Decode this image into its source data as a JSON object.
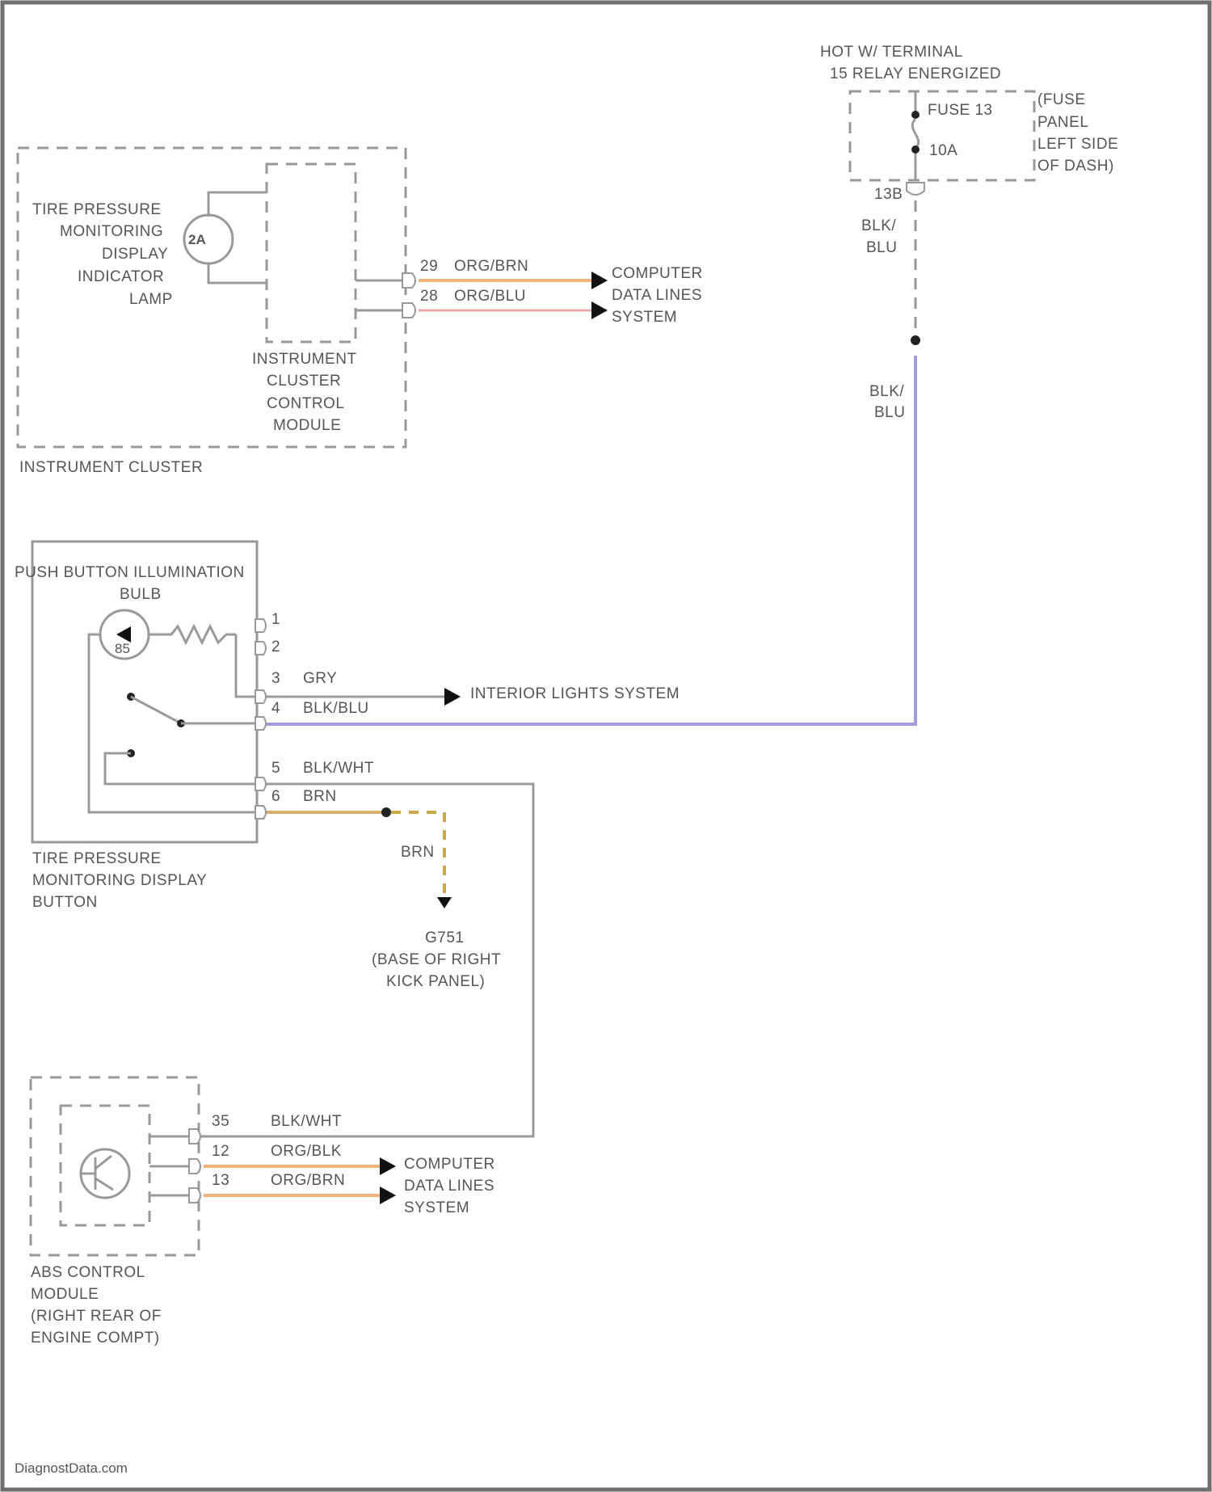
{
  "fuse_block": {
    "hot_line1": "HOT W/ TERMINAL",
    "hot_line2": "15 RELAY ENERGIZED",
    "fuse_name": "FUSE 13",
    "fuse_rating": "10A",
    "location": [
      "(FUSE",
      "PANEL",
      "LEFT SIDE",
      "OF DASH)"
    ],
    "pin": "13B",
    "wire_color_upper": [
      "BLK/",
      "BLU"
    ],
    "wire_color_lower": [
      "BLK/",
      "BLU"
    ]
  },
  "instrument_cluster": {
    "lamp_label": [
      "TIRE PRESSURE",
      "MONITORING",
      "DISPLAY",
      "INDICATOR",
      "LAMP"
    ],
    "lamp_symbol": "2A",
    "module_label": [
      "INSTRUMENT",
      "CLUSTER",
      "CONTROL",
      "MODULE"
    ],
    "cluster_label": "INSTRUMENT CLUSTER",
    "wires": [
      {
        "pin": "29",
        "color": "ORG/BRN"
      },
      {
        "pin": "28",
        "color": "ORG/BLU"
      }
    ],
    "destination": [
      "COMPUTER",
      "DATA LINES",
      "SYSTEM"
    ]
  },
  "tpms_button": {
    "bulb_label": [
      "PUSH BUTTON ILLUMINATION",
      "BULB"
    ],
    "bulb_symbol": "85",
    "pins": [
      "1",
      "2",
      "3",
      "4",
      "5",
      "6"
    ],
    "wires": [
      {
        "pin": "3",
        "color": "GRY"
      },
      {
        "pin": "4",
        "color": "BLK/BLU"
      },
      {
        "pin": "5",
        "color": "BLK/WHT"
      },
      {
        "pin": "6",
        "color": "BRN"
      }
    ],
    "interior_dest": "INTERIOR LIGHTS SYSTEM",
    "button_label": [
      "TIRE PRESSURE",
      "MONITORING DISPLAY",
      "BUTTON"
    ]
  },
  "ground": {
    "wire_color": "BRN",
    "name": "G751",
    "location": [
      "(BASE OF RIGHT",
      "KICK PANEL)"
    ]
  },
  "abs_module": {
    "wires": [
      {
        "pin": "35",
        "color": "BLK/WHT"
      },
      {
        "pin": "12",
        "color": "ORG/BLK"
      },
      {
        "pin": "13",
        "color": "ORG/BRN"
      }
    ],
    "destination": [
      "COMPUTER",
      "DATA LINES",
      "SYSTEM"
    ],
    "label": [
      "ABS CONTROL",
      "MODULE",
      "(RIGHT REAR OF",
      "ENGINE COMPT)"
    ]
  },
  "watermark": "DiagnostData.com",
  "colors": {
    "org_brn": "#f0b37a",
    "org_blu": "#e8a9a9",
    "blk_blu": "#9f9ddc",
    "brn": "#d8b06a"
  }
}
